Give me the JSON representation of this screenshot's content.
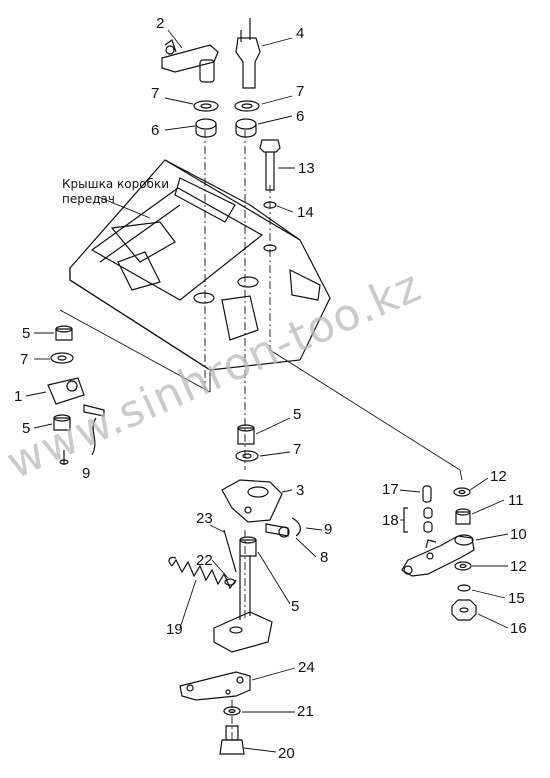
{
  "caption": {
    "line1": "Крышка коробки",
    "line2": "передач"
  },
  "watermark": "www.sinhron-too.kz",
  "callouts": [
    "2",
    "4",
    "7",
    "7",
    "6",
    "6",
    "13",
    "14",
    "5",
    "7",
    "1",
    "5",
    "9",
    "5",
    "7",
    "3",
    "23",
    "9",
    "8",
    "22",
    "5",
    "19",
    "24",
    "21",
    "20",
    "17",
    "12",
    "18",
    "11",
    "10",
    "12",
    "15",
    "16"
  ]
}
